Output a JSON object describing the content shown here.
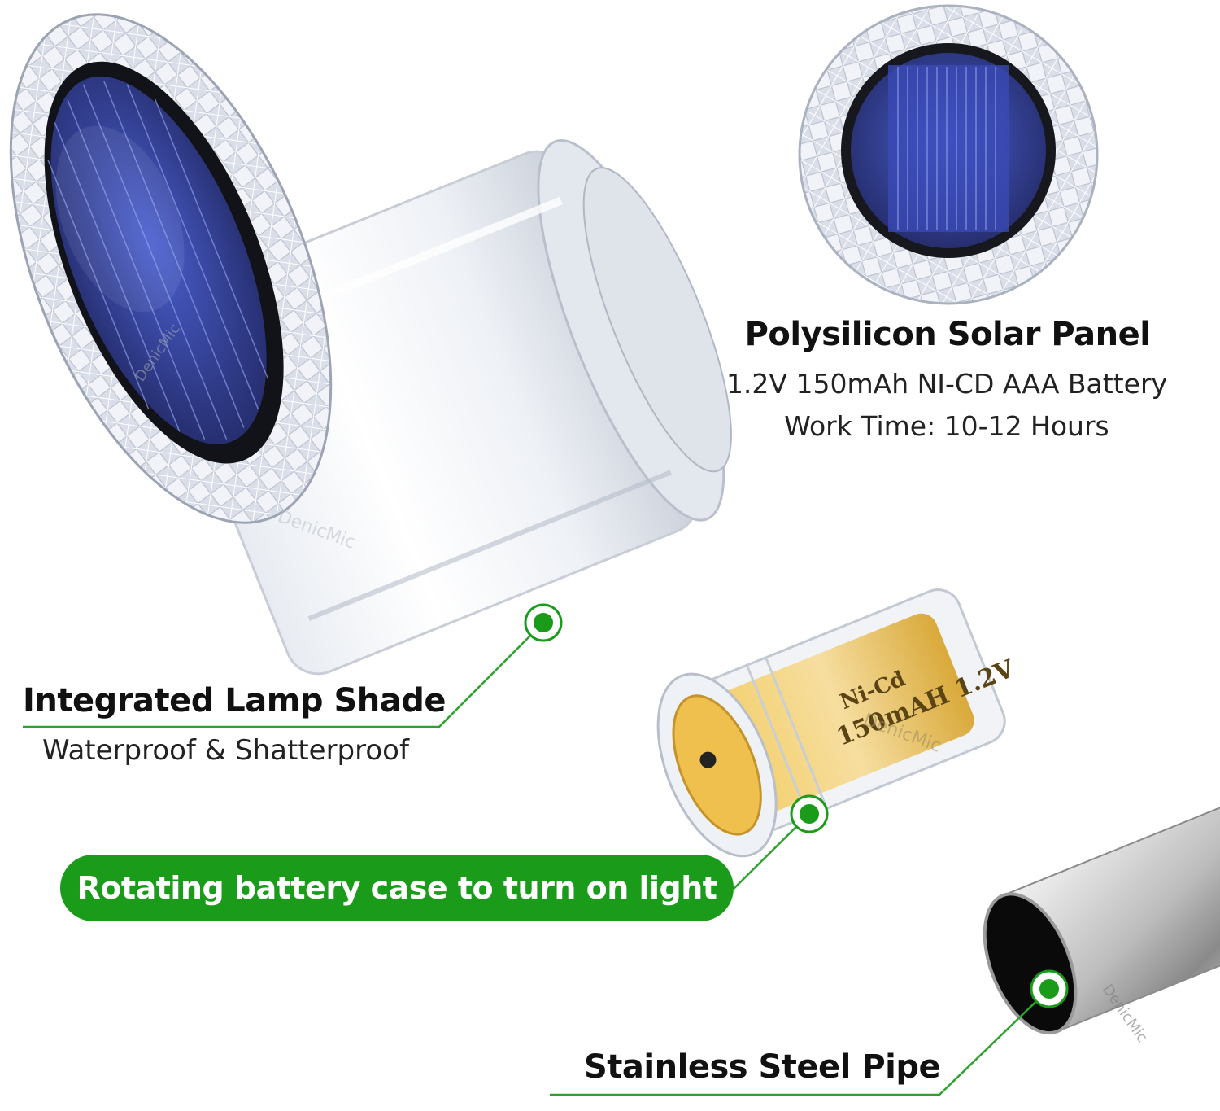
{
  "solar_panel": {
    "title": "Polysilicon Solar Panel",
    "battery_spec": "1.2V 150mAh NI-CD AAA Battery",
    "work_time": "Work Time: 10-12 Hours"
  },
  "lamp_shade": {
    "title": "Integrated Lamp Shade",
    "subtitle": "Waterproof & Shatterproof"
  },
  "battery_case": {
    "banner": "Rotating battery case to turn on light",
    "battery_label": "Ni-Cd",
    "battery_rating": "150mAH 1.2V"
  },
  "pipe": {
    "title": "Stainless Steel Pipe"
  },
  "watermark": "DenicMic",
  "colors": {
    "accent_green": "#1a9b1a",
    "solar_blue": "#3d4fb0",
    "battery_yellow": "#e9b73a"
  }
}
